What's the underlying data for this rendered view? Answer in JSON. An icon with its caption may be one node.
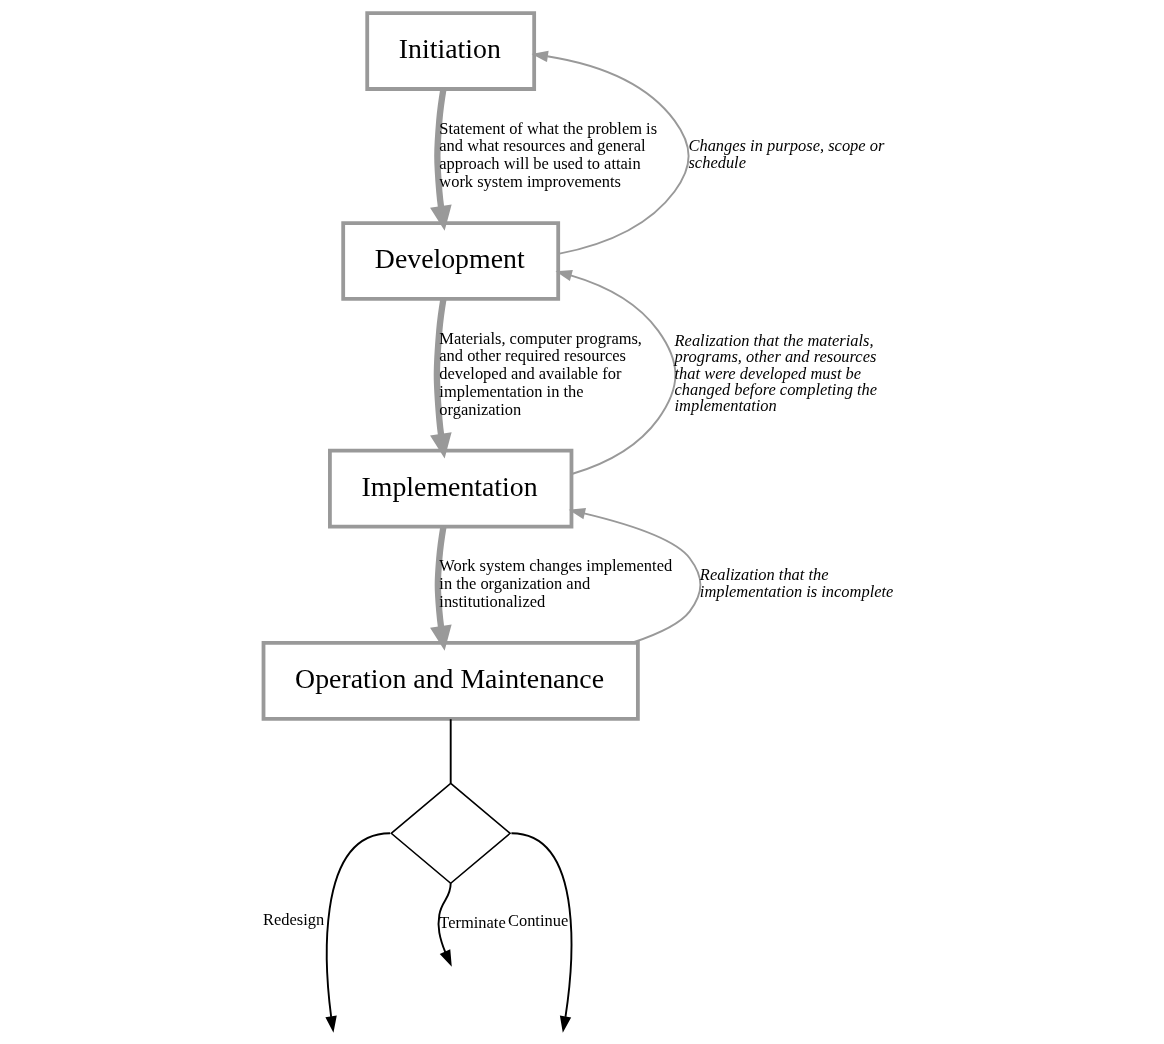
{
  "diagram": {
    "nodes": [
      {
        "text": [
          "Initiation"
        ]
      },
      {
        "text": [
          "Development"
        ]
      },
      {
        "text": [
          "Implementation"
        ]
      },
      {
        "text": [
          "Operation and Maintenance"
        ]
      },
      {
        "text": [],
        "shape": "diamond"
      }
    ],
    "edges": [
      {
        "from": 0,
        "to": 1,
        "arrow": "to",
        "style": "thick",
        "label": "Statement of what the problem is and what resources and general approach will be used to attain work system improvements"
      },
      {
        "from": 1,
        "to": 0,
        "arrow": "to",
        "label": "Changes in purpose, scope or schedule"
      },
      {
        "from": 1,
        "to": 2,
        "arrow": "to",
        "style": "thick",
        "label": "Materials, computer programs, and other required resources developed and available for implementation in the organization"
      },
      {
        "from": 2,
        "to": 1,
        "arrow": "to",
        "label": "Realization that the materials, programs, other and resources that were developed must be changed before completing the implementation"
      },
      {
        "from": 2,
        "to": 3,
        "arrow": "to",
        "style": "thick",
        "label": "Work system changes implemented in the organization and institutionalized"
      },
      {
        "from": 3,
        "to": 2,
        "arrow": "to",
        "label": "Realization that the implementation is incomplete"
      },
      {
        "from": 3,
        "to": 4,
        "arrow": "none",
        "color": "#000000"
      },
      {
        "from": 4,
        "to": null,
        "arrow": "to",
        "color": "#000000",
        "label": "Redesign"
      },
      {
        "from": 4,
        "to": null,
        "arrow": "to",
        "color": "#000000",
        "label": "Continue"
      },
      {
        "from": 4,
        "to": null,
        "arrow": "to",
        "color": "#000000",
        "label": "Terminate"
      }
    ]
  }
}
